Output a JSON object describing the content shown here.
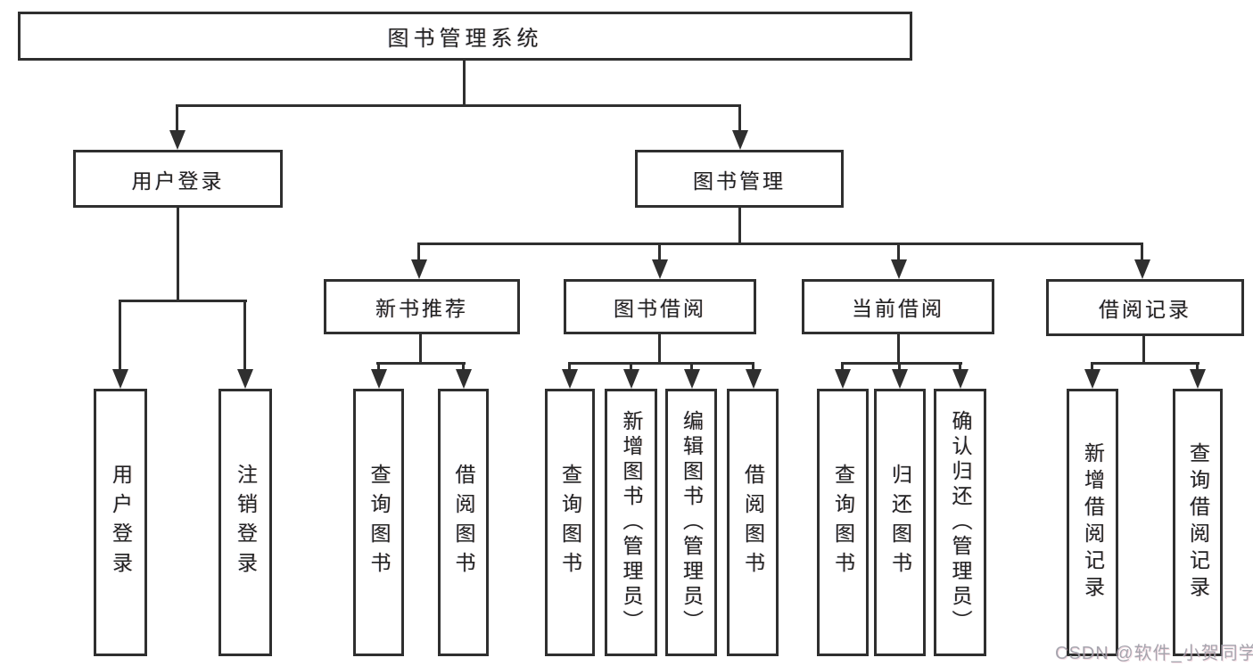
{
  "title": {
    "label": "图书管理系统"
  },
  "level2": {
    "user": "用户登录",
    "manage": "图书管理"
  },
  "level3": {
    "recommend": "新书推荐",
    "borrow": "图书借阅",
    "current": "当前借阅",
    "records": "借阅记录"
  },
  "leaves": {
    "user": [
      "用户登录",
      "注销登录"
    ],
    "recommend": [
      "查询图书",
      "借阅图书"
    ],
    "borrow": [
      "查询图书",
      "新增图书（管理员）",
      "编辑图书（管理员）",
      "借阅图书"
    ],
    "current": [
      "查询图书",
      "归还图书",
      "确认归还（管理员）"
    ],
    "records": [
      "新增借阅记录",
      "查询借阅记录"
    ]
  },
  "watermark": {
    "text": "CSDN @软件_小贺同学"
  },
  "colors": {
    "line": "#2f2f2f",
    "box_background": "#ffffff",
    "text": "#222222",
    "watermark": "#9e9ea8"
  }
}
